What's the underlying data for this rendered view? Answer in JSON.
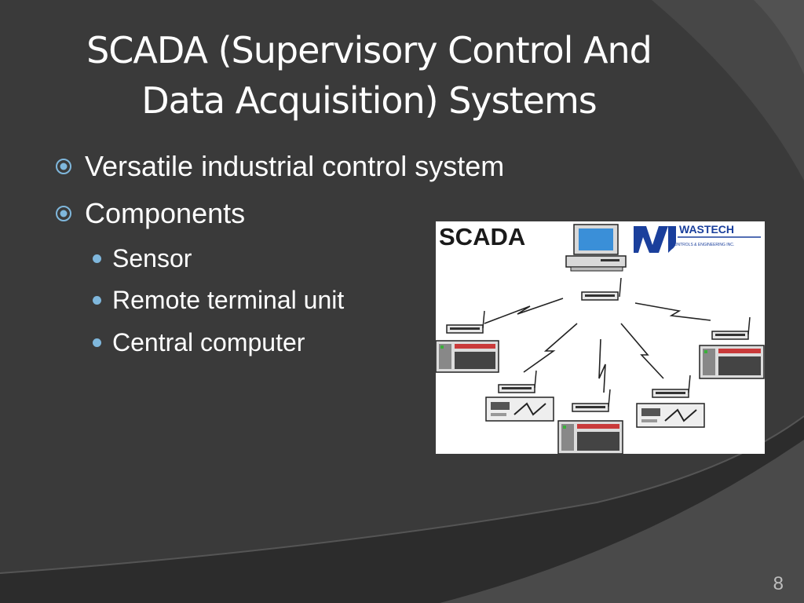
{
  "slide": {
    "title_line1": "SCADA (Supervisory Control And",
    "title_line2": "Data Acquisition) Systems",
    "bullets": [
      {
        "text": "Versatile industrial control system"
      },
      {
        "text": "Components"
      }
    ],
    "sub_bullets": [
      {
        "text": "Sensor"
      },
      {
        "text": "Remote terminal unit"
      },
      {
        "text": "Central computer"
      }
    ],
    "page_number": "8"
  },
  "figure": {
    "label": "SCADA",
    "logo_name": "WASTECH",
    "logo_tagline": "CONTROLS & ENGINEERING INC.",
    "logo_color": "#1a3f9c"
  },
  "colors": {
    "background": "#3a3a3a",
    "bullet_accent": "#7fb7dc",
    "text": "#ffffff"
  }
}
